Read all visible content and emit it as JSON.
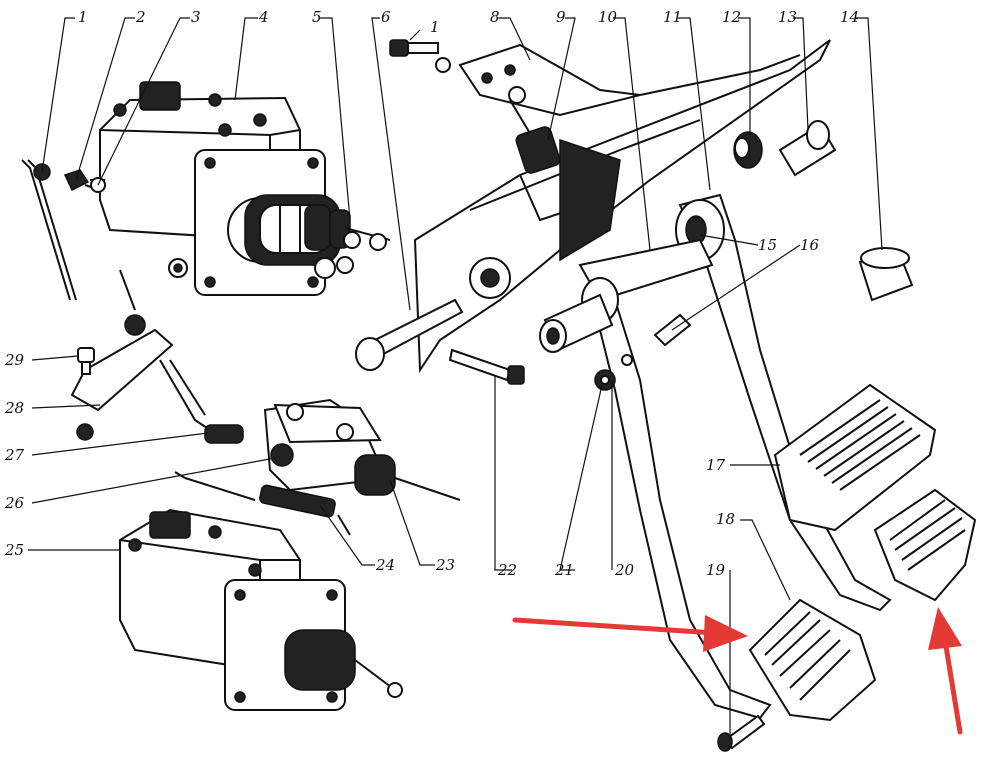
{
  "labels": {
    "l1a": "1",
    "l2": "2",
    "l3": "3",
    "l4": "4",
    "l5": "5",
    "l6": "6",
    "l1b": "1",
    "l8": "8",
    "l9": "9",
    "l10": "10",
    "l11": "11",
    "l12": "12",
    "l13": "13",
    "l14": "14",
    "l15": "15",
    "l16": "16",
    "l17": "17",
    "l18": "18",
    "l19": "19",
    "l20": "20",
    "l21": "21",
    "l22": "22",
    "l23": "23",
    "l24": "24",
    "l25": "25",
    "l26": "26",
    "l27": "27",
    "l28": "28",
    "l29": "29"
  },
  "colors": {
    "ink": "#111111",
    "arrow": "#e53935",
    "paper": "#ffffff"
  }
}
